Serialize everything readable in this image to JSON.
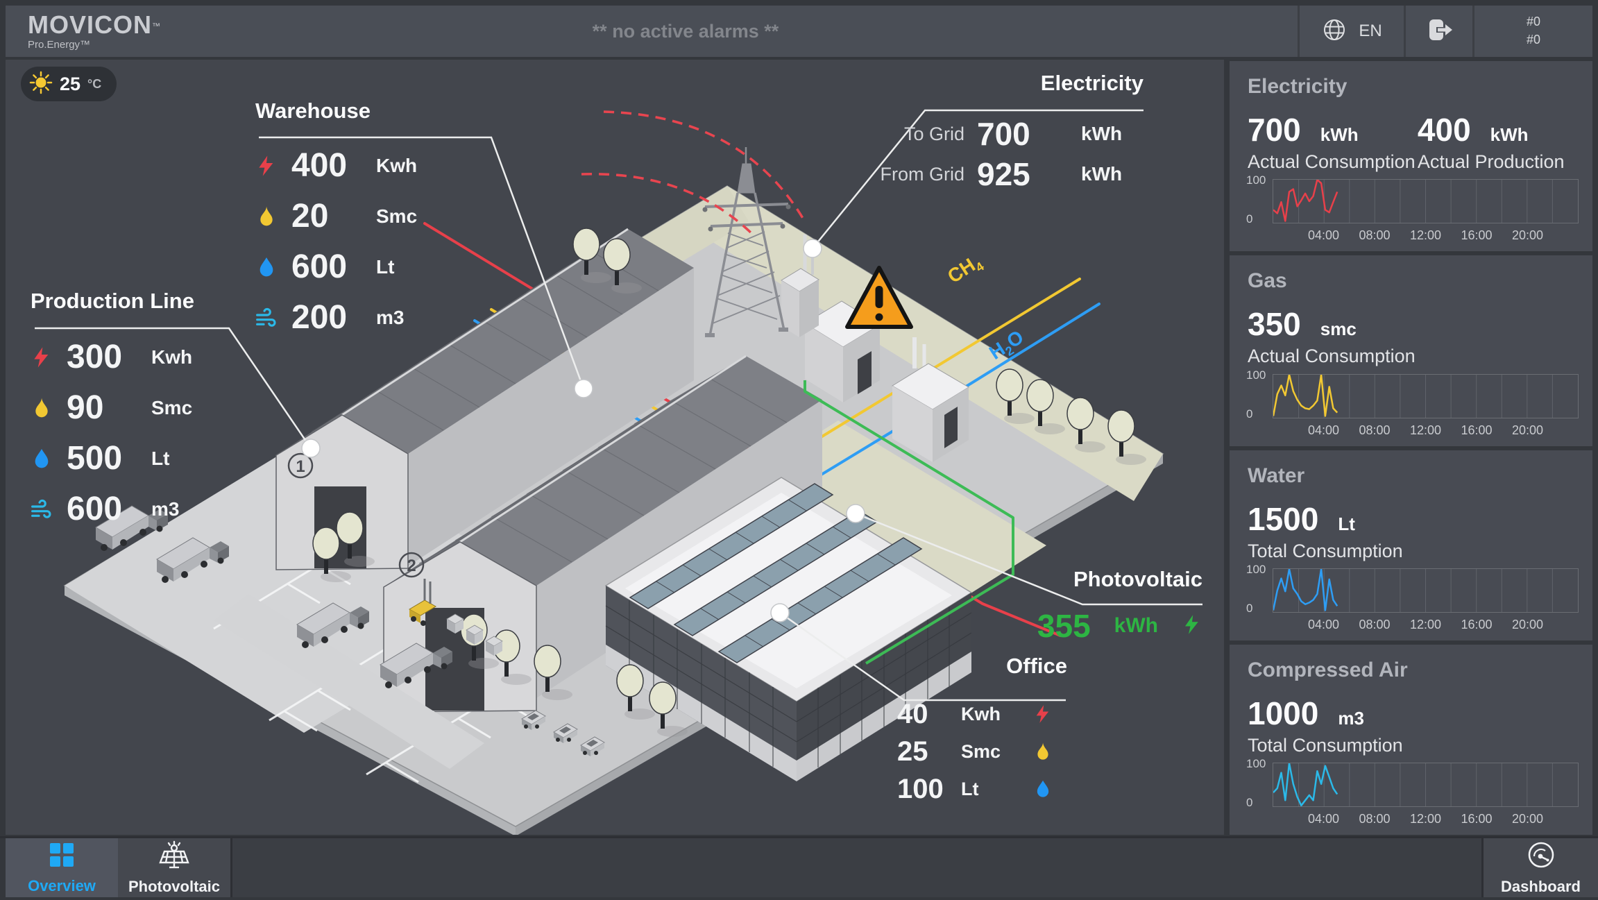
{
  "header": {
    "logo": "MOVICON",
    "logo_tm": "™",
    "subtitle": "Pro.Energy™",
    "alarm_banner": "** no active alarms **",
    "language": "EN",
    "counters": [
      "#0",
      "#0"
    ]
  },
  "weather": {
    "value": "25",
    "unit": "°C",
    "icon": "sun-icon"
  },
  "callouts": {
    "warehouse": {
      "title": "Warehouse",
      "rows": [
        {
          "icon": "electricity-icon",
          "value": "400",
          "unit": "Kwh"
        },
        {
          "icon": "gas-icon",
          "value": "20",
          "unit": "Smc"
        },
        {
          "icon": "water-icon",
          "value": "600",
          "unit": "Lt"
        },
        {
          "icon": "compressed-air-icon",
          "value": "200",
          "unit": "m3"
        }
      ]
    },
    "production_line": {
      "title": "Production Line",
      "rows": [
        {
          "icon": "electricity-icon",
          "value": "300",
          "unit": "Kwh"
        },
        {
          "icon": "gas-icon",
          "value": "90",
          "unit": "Smc"
        },
        {
          "icon": "water-icon",
          "value": "500",
          "unit": "Lt"
        },
        {
          "icon": "compressed-air-icon",
          "value": "600",
          "unit": "m3"
        }
      ]
    },
    "electricity": {
      "title": "Electricity",
      "rows": [
        {
          "label": "To Grid",
          "value": "700",
          "unit": "kWh"
        },
        {
          "label": "From Grid",
          "value": "925",
          "unit": "kWh"
        }
      ]
    },
    "photovoltaic": {
      "title": "Photovoltaic",
      "value": "355",
      "unit": "kWh",
      "icon": "bolt-icon"
    },
    "office": {
      "title": "Office",
      "rows": [
        {
          "value": "40",
          "unit": "Kwh",
          "icon": "electricity-icon"
        },
        {
          "value": "25",
          "unit": "Smc",
          "icon": "gas-icon"
        },
        {
          "value": "100",
          "unit": "Lt",
          "icon": "water-icon"
        }
      ]
    }
  },
  "scene": {
    "badges": [
      "1",
      "2"
    ],
    "ch4": {
      "main": "CH",
      "sub": "4"
    },
    "h2o": {
      "p1": "H",
      "sub": "2",
      "p2": "O"
    }
  },
  "sidebar": {
    "chart_axis": {
      "y_ticks": [
        "100",
        "0"
      ],
      "x_ticks": [
        "04:00",
        "08:00",
        "12:00",
        "16:00",
        "20:00"
      ],
      "grid_divisions": 12
    },
    "panels": [
      {
        "id": "electricity",
        "title": "Electricity",
        "color": "#e8404a",
        "metrics": [
          {
            "value": "700",
            "unit": "kWh",
            "label": "Actual Consumption"
          },
          {
            "value": "400",
            "unit": "kWh",
            "label": "Actual Production"
          }
        ],
        "chart": {
          "type": "line",
          "ylim": [
            0,
            100
          ],
          "x_extent": 0.21,
          "values": [
            30,
            22,
            48,
            4,
            72,
            78,
            38,
            52,
            68,
            50,
            62,
            100,
            92,
            30,
            24,
            48,
            72
          ]
        }
      },
      {
        "id": "gas",
        "title": "Gas",
        "color": "#f2c832",
        "metrics": [
          {
            "value": "350",
            "unit": "smc",
            "label": "Actual Consumption"
          }
        ],
        "chart": {
          "type": "line",
          "ylim": [
            0,
            100
          ],
          "x_extent": 0.21,
          "values": [
            4,
            55,
            75,
            52,
            100,
            62,
            42,
            28,
            22,
            20,
            28,
            40,
            100,
            4,
            72,
            22,
            12
          ]
        }
      },
      {
        "id": "water",
        "title": "Water",
        "color": "#2e9df4",
        "metrics": [
          {
            "value": "1500",
            "unit": "Lt",
            "label": "Total Consumption"
          }
        ],
        "chart": {
          "type": "line",
          "ylim": [
            0,
            100
          ],
          "x_extent": 0.21,
          "values": [
            4,
            50,
            78,
            48,
            100,
            55,
            42,
            25,
            18,
            22,
            28,
            42,
            100,
            4,
            76,
            28,
            14
          ]
        }
      },
      {
        "id": "compressed_air",
        "title": "Compressed Air",
        "color": "#2bb9e8",
        "metrics": [
          {
            "value": "1000",
            "unit": "m3",
            "label": "Total Consumption"
          }
        ],
        "chart": {
          "type": "line",
          "ylim": [
            0,
            100
          ],
          "x_extent": 0.21,
          "values": [
            32,
            42,
            78,
            14,
            100,
            52,
            22,
            2,
            14,
            26,
            14,
            82,
            52,
            94,
            68,
            42,
            28
          ]
        }
      }
    ]
  },
  "footer": {
    "tabs": [
      {
        "label": "Overview",
        "active": true
      },
      {
        "label": "Photovoltaic",
        "active": false
      }
    ],
    "dashboard_label": "Dashboard"
  },
  "colors": {
    "accent_blue": "#1fa9f5",
    "pv_green": "#2db543",
    "warning_orange": "#f59d1c",
    "electricity_red": "#e8404a",
    "gas_yellow": "#f2c832",
    "water_blue": "#2e9df4",
    "air_cyan": "#2bb9e8",
    "pipe_green": "#3dbb56"
  }
}
